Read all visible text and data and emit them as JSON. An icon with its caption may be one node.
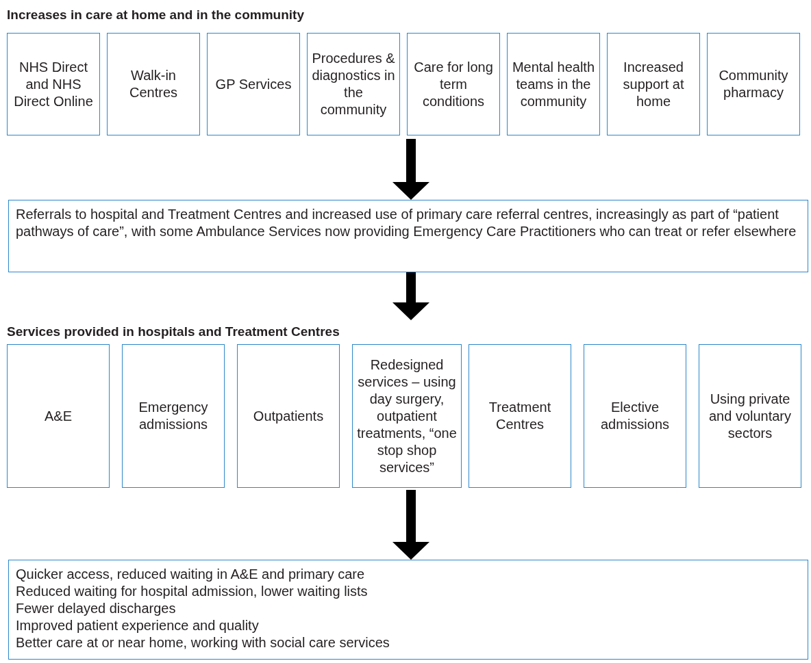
{
  "diagram": {
    "nodes": [
      {
        "text": [
          "Increases in care at home and in the community"
        ]
      },
      {
        "text": [
          "NHS Direct and NHS Direct Online"
        ],
        "in": 0
      },
      {
        "text": [
          "Walk-in Centres"
        ],
        "in": 0
      },
      {
        "text": [
          "GP Services"
        ],
        "in": 0
      },
      {
        "text": [
          "Procedures & diagnostics in the community"
        ],
        "in": 0
      },
      {
        "text": [
          "Care for long term conditions"
        ],
        "in": 0
      },
      {
        "text": [
          "Mental health teams in the community"
        ],
        "in": 0
      },
      {
        "text": [
          "Increased support at home"
        ],
        "in": 0
      },
      {
        "text": [
          "Community pharmacy"
        ],
        "in": 0
      },
      {
        "text": [
          "Referrals to hospital and Treatment Centres and increased use of primary care referral centres, increasingly as part of “patient pathways of care”, with some Ambulance Services now providing Emergency Care Practitioners who can treat or refer elsewhere"
        ]
      },
      {
        "text": [
          "Services provided in hospitals and Treatment Centres"
        ]
      },
      {
        "text": [
          "A&E"
        ],
        "in": 10
      },
      {
        "text": [
          "Emergency admissions"
        ],
        "in": 10
      },
      {
        "text": [
          "Outpatients"
        ],
        "in": 10
      },
      {
        "text": [
          "Redesigned services – using day surgery, outpatient treatments, “one stop shop services”"
        ],
        "in": 10
      },
      {
        "text": [
          "Treatment Centres"
        ],
        "in": 10
      },
      {
        "text": [
          "Elective admissions"
        ],
        "in": 10
      },
      {
        "text": [
          "Using private and voluntary sectors"
        ],
        "in": 10
      },
      {
        "text": [
          "Quicker access, reduced waiting in A&E and primary care",
          "Reduced waiting for hospital admission, lower waiting lists",
          "Fewer delayed discharges",
          "Improved patient experience and quality",
          "Better care at or near home, working with social care services"
        ]
      }
    ],
    "edges": [
      {
        "from": 0,
        "to": 9,
        "arrow": "to"
      },
      {
        "from": 9,
        "to": 10,
        "arrow": "to"
      },
      {
        "from": 10,
        "to": 18,
        "arrow": "to"
      }
    ]
  }
}
